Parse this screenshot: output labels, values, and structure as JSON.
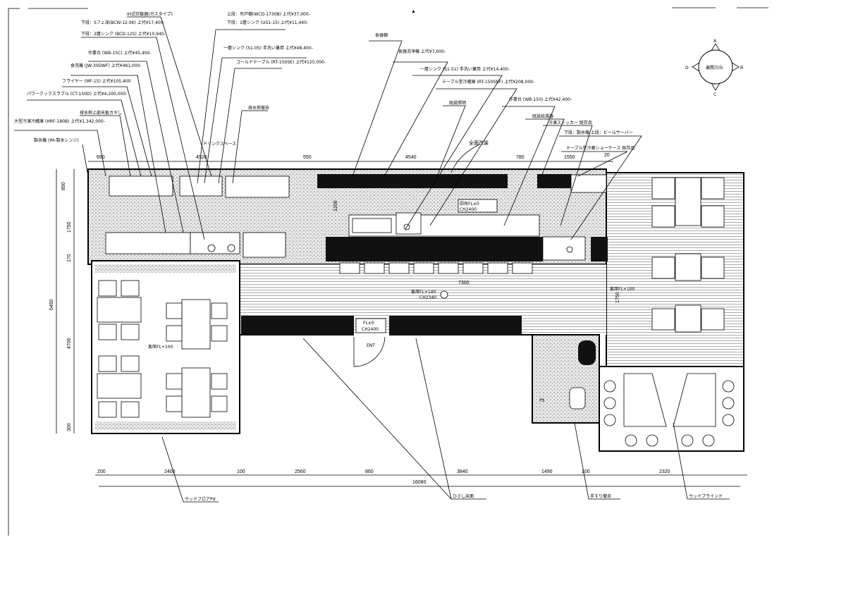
{
  "drawing": {
    "north_marker": "▲",
    "compass": {
      "center": "展開方向",
      "a": "A",
      "b": "B",
      "c": "C",
      "d": "D"
    },
    "top_labels": [
      "IH式炊飯器(ガスタイプ)",
      "下段：Sフェ深(BCW-12.0K) 上代¥17,400-",
      "下段：2層シンク (BCD-12S) 上代¥10,940-",
      "作業台 (WB-15C) 上代¥45,400-",
      "食洗機 (JW-30DWF) 上代¥481,000-",
      "フライヤー (MF-15) 上代¥105,400",
      "パワークックスラブル (CT-150D) 上代¥4,200,000-",
      "排水桝上部天板カギし",
      "大型冷凍冷蔵庫 (HRF-180B) 上代¥1,342,000-",
      "製氷機 (IM-製氷レンジ)",
      "上段：吊戸棚(WCD-1730B) 上代¥37,000-",
      "下段：1層シンク (US1-15) 上代¥11,440-",
      "一層シンク (S1-05) 手洗い兼用 上代¥48,400-",
      "コールドテーブル (RT-150SE) 上代¥125,000-",
      "排水桝撤去",
      "食器棚",
      "食器洗浄機 上代¥7,000-",
      "一層シンク (S1-S1) 手洗い兼用 上代¥14,400-",
      "テーブル型冷蔵庫 (RT-150SNF) 上代¥208,000-",
      "既設照明",
      "作業台 (WB-150) 上代¥42,400-",
      "既設給湯器",
      "冷凍ストッカー 既存品",
      "下段：製氷機 上段：ビールサーバー",
      "テーブル型冷蔵ショーケース 既存品"
    ],
    "annotation_kitchen": "全面改装",
    "room_labels": {
      "kitchen_fl": "厨房FL±0",
      "kitchen_ch": "CH2400",
      "hall_fl": "客席FL+140",
      "hall_ch": "CH2340",
      "counter_fl": "FL±0",
      "counter_ch": "CH2400",
      "seat_fl": "客席FL+100",
      "left_fl": "客席FL+100",
      "entrance": "ENT",
      "ps": "PS",
      "dryspace": "ドリンクスペース"
    },
    "bottom_labels": [
      "ウッドフロアPd",
      "ひさし床面",
      "手すり撤去",
      "ウッドブラインド"
    ],
    "dims_top": [
      "650",
      "4520",
      "550",
      "4540",
      "780",
      "1550",
      "20"
    ],
    "dims_left": [
      "850",
      "1750",
      "170",
      "6450",
      "4700",
      "300"
    ],
    "dims_bottom": [
      "200",
      "2400",
      "100",
      "2560",
      "860",
      "3840",
      "1490",
      "100",
      "2320"
    ],
    "dim_total": "16080",
    "dim_counter": "7300",
    "dim_right": "1750",
    "dim_small": "1200"
  }
}
